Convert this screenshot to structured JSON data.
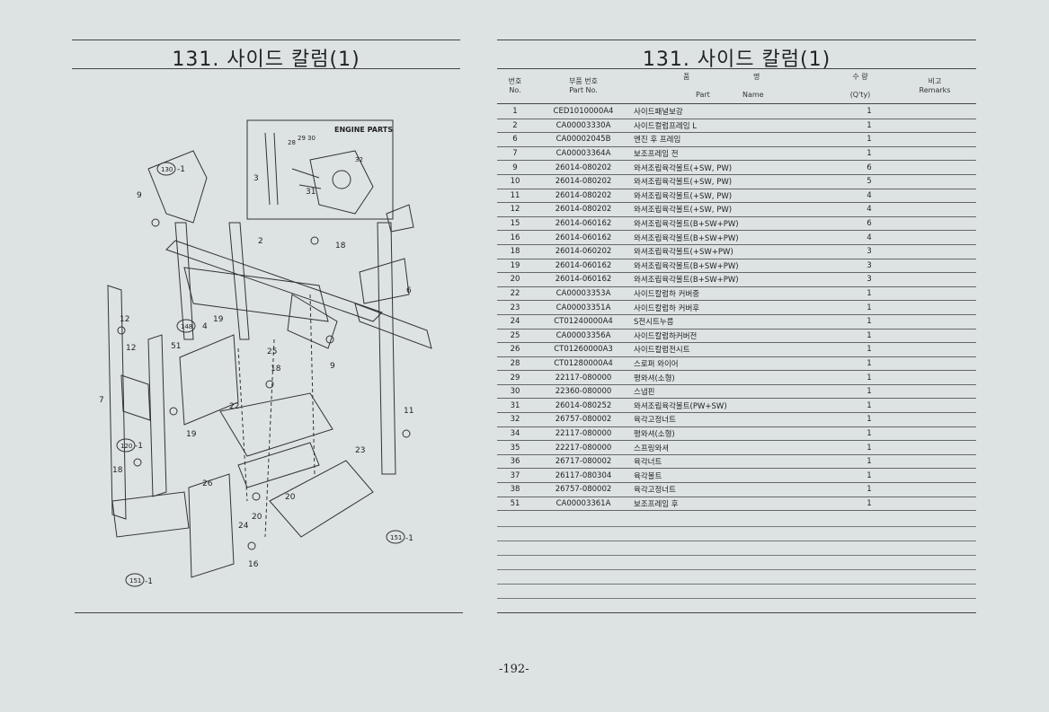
{
  "left": {
    "title": "131. 사이드 칼럼(1)",
    "diagram": {
      "engine_parts_label": "ENGINE PARTS",
      "callouts": [
        "130",
        "-1",
        "9",
        "28",
        "29",
        "30",
        "32",
        "3",
        "31",
        "2",
        "18",
        "6",
        "12",
        "148",
        "4",
        "19",
        "51",
        "25",
        "18",
        "9",
        "7",
        "12",
        "22",
        "11",
        "19",
        "120",
        "-1",
        "18",
        "23",
        "26",
        "20",
        "24",
        "20",
        "151",
        "-1",
        "16",
        "151",
        "-1"
      ]
    }
  },
  "right": {
    "title": "131. 사이드 칼럼(1)",
    "headers": {
      "no_kr": "번호",
      "no_en": "No.",
      "pn_kr": "부품 번호",
      "pn_en": "Part  No.",
      "name_kr_1": "품",
      "name_kr_2": "명",
      "name_en_1": "Part",
      "name_en_2": "Name",
      "qty_kr": "수 량",
      "qty_en": "(Q'ty)",
      "rem_kr": "비고",
      "rem_en": "Remarks"
    },
    "rows": [
      {
        "no": "1",
        "pn": "CED1010000A4",
        "name": "사이드패널보강",
        "qty": "1"
      },
      {
        "no": "2",
        "pn": "CA00003330A",
        "name": "사이드컬럼프레임 L",
        "qty": "1"
      },
      {
        "no": "6",
        "pn": "CA00002045B",
        "name": "엔진 후 프레임",
        "qty": "1"
      },
      {
        "no": "7",
        "pn": "CA00003364A",
        "name": "보조프레임 전",
        "qty": "1"
      },
      {
        "no": "9",
        "pn": "26014-080202",
        "name": "와셔조립육각볼트(+SW, PW)",
        "qty": "6"
      },
      {
        "no": "10",
        "pn": "26014-080202",
        "name": "와셔조립육각볼트(+SW, PW)",
        "qty": "5"
      },
      {
        "no": "11",
        "pn": "26014-080202",
        "name": "와셔조립육각볼트(+SW, PW)",
        "qty": "4"
      },
      {
        "no": "12",
        "pn": "26014-080202",
        "name": "와셔조립육각볼트(+SW, PW)",
        "qty": "4"
      },
      {
        "no": "15",
        "pn": "26014-060162",
        "name": "와셔조립육각볼트(B+SW+PW)",
        "qty": "6"
      },
      {
        "no": "16",
        "pn": "26014-060162",
        "name": "와셔조립육각볼트(B+SW+PW)",
        "qty": "4"
      },
      {
        "no": "18",
        "pn": "26014-060202",
        "name": "와셔조립육각볼트(+SW+PW)",
        "qty": "3"
      },
      {
        "no": "19",
        "pn": "26014-060162",
        "name": "와셔조립육각볼트(B+SW+PW)",
        "qty": "3"
      },
      {
        "no": "20",
        "pn": "26014-060162",
        "name": "와셔조립육각볼트(B+SW+PW)",
        "qty": "3"
      },
      {
        "no": "22",
        "pn": "CA00003353A",
        "name": "사이드칼럼하 커버중",
        "qty": "1"
      },
      {
        "no": "23",
        "pn": "CA00003351A",
        "name": "사이드칼럼하 커버후",
        "qty": "1"
      },
      {
        "no": "24",
        "pn": "CT01240000A4",
        "name": "S전시트누름",
        "qty": "1"
      },
      {
        "no": "25",
        "pn": "CA00003356A",
        "name": "사이드칼럼하커버전",
        "qty": "1"
      },
      {
        "no": "26",
        "pn": "CT01260000A3",
        "name": "사이드칼럼전시트",
        "qty": "1"
      },
      {
        "no": "28",
        "pn": "CT01280000A4",
        "name": "스로퍼 와이어",
        "qty": "1"
      },
      {
        "no": "29",
        "pn": "22117-080000",
        "name": "평와셔(소형)",
        "qty": "1"
      },
      {
        "no": "30",
        "pn": "22360-080000",
        "name": "스냅핀",
        "qty": "1"
      },
      {
        "no": "31",
        "pn": "26014-080252",
        "name": "와셔조립육각볼트(PW+SW)",
        "qty": "1"
      },
      {
        "no": "32",
        "pn": "26757-080002",
        "name": "육각고정너트",
        "qty": "1"
      },
      {
        "no": "34",
        "pn": "22117-080000",
        "name": "평와셔(소형)",
        "qty": "1"
      },
      {
        "no": "35",
        "pn": "22217-080000",
        "name": "스프링와셔",
        "qty": "1"
      },
      {
        "no": "36",
        "pn": "26717-080002",
        "name": "육각너트",
        "qty": "1"
      },
      {
        "no": "37",
        "pn": "26117-080304",
        "name": "육각볼트",
        "qty": "1"
      },
      {
        "no": "38",
        "pn": "26757-080002",
        "name": "육각고정너트",
        "qty": "1"
      },
      {
        "no": "51",
        "pn": "CA00003361A",
        "name": "보조프레임 후",
        "qty": "1"
      }
    ]
  },
  "page_number": "-192-"
}
